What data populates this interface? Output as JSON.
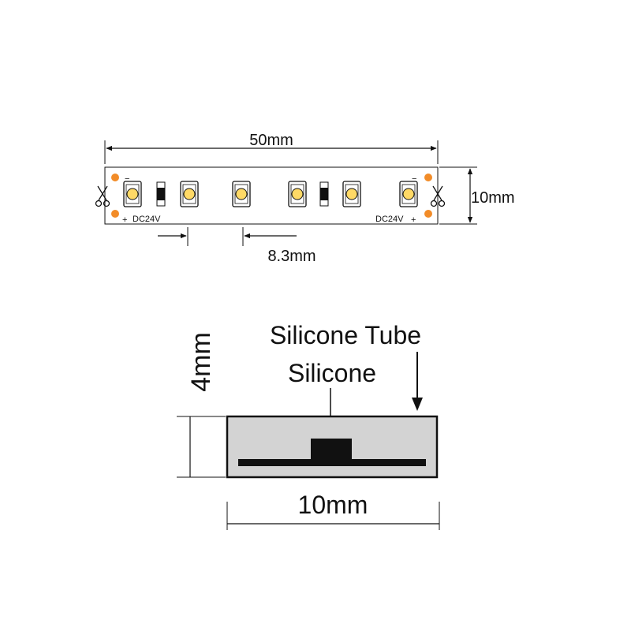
{
  "strip": {
    "length_label": "50mm",
    "width_label": "10mm",
    "pitch_label": "8.3mm",
    "voltage_left": "DC24V",
    "voltage_right": "DC24V",
    "plus_sign": "+",
    "minus_sign": "−",
    "led_count": 6,
    "resistor_count": 2,
    "colors": {
      "pad": "#f28c28",
      "led_core": "#ffd966",
      "stroke": "#111111"
    }
  },
  "cross_section": {
    "height_label": "4mm",
    "width_label": "10mm",
    "tube_label": "Silicone Tube",
    "silicone_label": "Silicone",
    "colors": {
      "fill": "#d3d3d3",
      "stroke": "#111111",
      "pcb": "#111111"
    }
  }
}
